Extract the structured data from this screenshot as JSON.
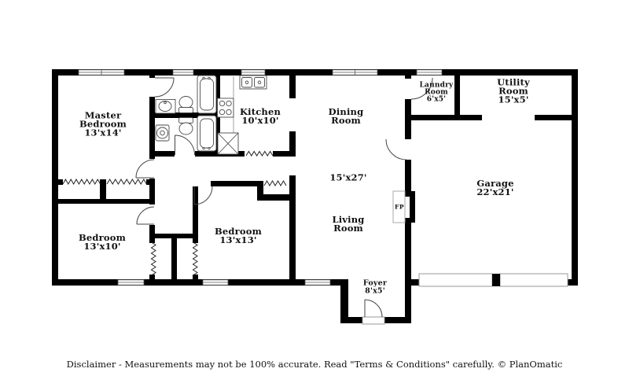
{
  "colors": {
    "wall": "#000000",
    "background": "#ffffff",
    "fixture_stroke": "#4a4a4a",
    "frame_stroke": "#9a9a9a",
    "text": "#111111"
  },
  "rooms": [
    {
      "id": "master-bedroom",
      "name": "Master Bedroom",
      "dims": "13'x14'"
    },
    {
      "id": "kitchen",
      "name": "Kitchen",
      "dims": "10'x10'"
    },
    {
      "id": "dining-room",
      "name": "Dining Room",
      "dims": ""
    },
    {
      "id": "laundry-room",
      "name": "Laundry Room",
      "dims": "6'x5'"
    },
    {
      "id": "utility-room",
      "name": "Utility Room",
      "dims": "15'x5'"
    },
    {
      "id": "living-room",
      "name": "Living Room",
      "dims": ""
    },
    {
      "id": "garage",
      "name": "Garage",
      "dims": "22'x21'"
    },
    {
      "id": "bedroom-2",
      "name": "Bedroom",
      "dims": "13'x10'"
    },
    {
      "id": "bedroom-3",
      "name": "Bedroom",
      "dims": "13'x13'"
    },
    {
      "id": "foyer",
      "name": "Foyer",
      "dims": "8'x5'"
    }
  ],
  "annotations": {
    "living_dining_dims": "15'x27'",
    "fireplace_label": "FP"
  },
  "footer": {
    "disclaimer": "Disclaimer - Measurements may not be 100% accurate. Read \"Terms & Conditions\" carefully. © PlanOmatic"
  }
}
